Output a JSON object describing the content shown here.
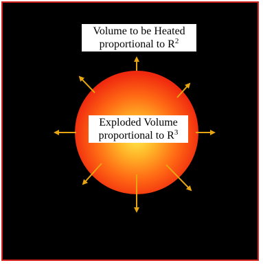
{
  "top_label": {
    "line1": "Volume to be Heated",
    "line2": "proportional to R",
    "exponent": "2"
  },
  "center_label": {
    "line1": "Exploded Volume",
    "line2": "proportional to R",
    "exponent": "3"
  },
  "colors": {
    "background": "#000000",
    "border": "#d2201c",
    "arrow": "#e8a512",
    "sphere_center": "#ffe94a",
    "sphere_edge": "#f02a0f"
  },
  "arrows": {
    "count": 8,
    "directions": [
      "up",
      "up-right",
      "right",
      "down-right",
      "down",
      "down-left",
      "left",
      "up-left"
    ]
  }
}
